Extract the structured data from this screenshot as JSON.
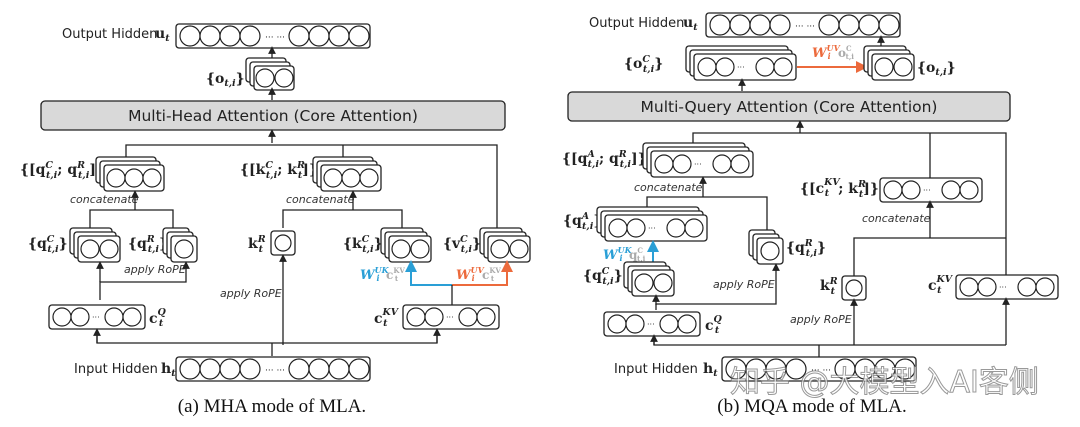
{
  "panel_a": {
    "caption": "(a)  MHA mode of MLA.",
    "output_label": "Output Hidden",
    "output_sym": "u",
    "output_sub": "t",
    "o_label": "{o",
    "o_sub": "t,i",
    "attention_label": "Multi-Head Attention (Core Attention)",
    "q_concat_label": "{[q",
    "k_concat_label": "{[k",
    "concatenate": "concatenate",
    "qc_label": "{q",
    "qr_label": "{q",
    "kr_label": "k",
    "kc_label": "{k",
    "vc_label": "{v",
    "apply_rope": "apply RoPE",
    "w_uk": "W",
    "w_uk_sup": "UK",
    "w_uv": "W",
    "w_uv_sup": "UV",
    "ckv_label": "c",
    "ckv_sup": "KV",
    "cq_label": "c",
    "cq_sup": "Q",
    "input_label": "Input Hidden",
    "input_sym": "h",
    "ellipsis": "··· ···",
    "ellipsis_short": "···"
  },
  "panel_b": {
    "caption": "(b)  MQA mode of MLA.",
    "output_label": "Output Hidden",
    "attention_label": "Multi-Query Attention (Core Attention)",
    "concatenate": "concatenate",
    "apply_rope": "apply RoPE",
    "input_label": "Input Hidden",
    "w_uv": "W",
    "w_uv_sup": "UV",
    "w_uk": "W",
    "w_uk_sup": "UK"
  },
  "watermark": "知乎 @大模型入AI客侧",
  "colors": {
    "blue_path": "#2a9fd6",
    "orange_path": "#ec6a3c",
    "attention_fill": "#d9d9d9"
  }
}
